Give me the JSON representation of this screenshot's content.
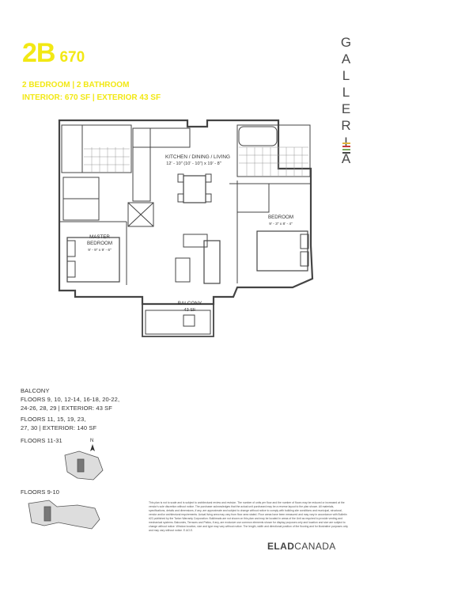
{
  "header": {
    "unit_code": "2B",
    "unit_size": "670",
    "layout": "2 BEDROOM | 2 BATHROOM",
    "areas": "INTERIOR: 670 SF | EXTERIOR 43 SF"
  },
  "brand": {
    "name": "GALLERIA",
    "bar_colors": [
      "#e0b33a",
      "#c73a3a",
      "#7aa85a",
      "#4a4a4a"
    ]
  },
  "floorplan": {
    "kitchen_label": "KITCHEN / DINING / LIVING",
    "kitchen_dims": "12' - 10\" (10' - 10\") x 19' - 8\"",
    "master_label_1": "MASTER",
    "master_label_2": "BEDROOM",
    "master_dims": "9' - 9\" x 9' - 6\"",
    "bedroom_label": "BEDROOM",
    "bedroom_dims": "9' - 3\" x 8' - 4\"",
    "balcony_label": "BALCONY",
    "balcony_area": "43 SF"
  },
  "notes": {
    "balcony_heading": "BALCONY",
    "balcony_line1": "FLOORS 9, 10, 12-14, 16-18, 20-22,",
    "balcony_line2": "24-26, 28, 29 | EXTERIOR: 43 SF",
    "floors_line1": "FLOORS 11, 15, 19, 23,",
    "floors_line2": "27, 30 | EXTERIOR: 140 SF",
    "keyplan1_label": "FLOORS 11-31",
    "keyplan2_label": "FLOORS 9-10",
    "north_label": "N"
  },
  "disclaimer": "This plan is not to scale and is subject to architectural review and revision. The number of units per floor and the number of floors may be reduced or increased at the vendor's sole discretion without notice. The purchaser acknowledges that the actual unit purchased may be a reverse layout to the plan shown. All materials, specifications, details and dimensions, if any, are approximate and subject to change without notice to comply with building site conditions and municipal, structural, vendor and/or architectural requirements. Actual living area may vary from floor area stated. Floor areas have been measured and may vary in accordance with Bulletin #22 published by the Tarion Warranty Corporation. Bulkheads are not shown on this plan and may be located in areas of the Unit as required to provide venting and mechanical systems. Balconies, Terraces and Patios, if any, are exclusive use common elements shown for display purposes only and location and size are subject to change without notice. Window location, size and type may vary without notice. The length, width and directional position of the flooring and for illustrative purposes only and may vary without notice. E.&O.E.",
  "footer": {
    "logo_bold": "ELAD",
    "logo_light": "CANADA"
  }
}
